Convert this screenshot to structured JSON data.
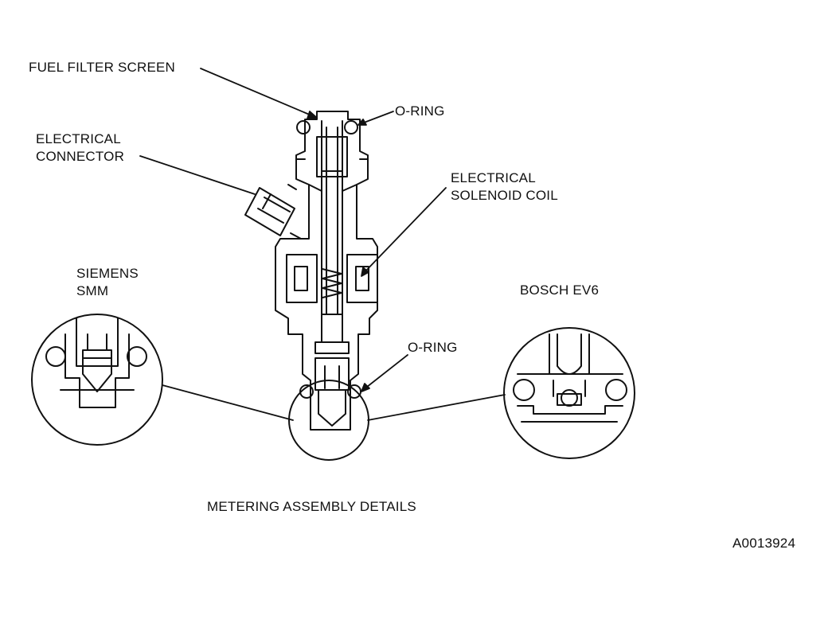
{
  "labels": {
    "fuel_filter_screen": "FUEL FILTER SCREEN",
    "o_ring_top": "O-RING",
    "electrical_connector_1": "ELECTRICAL",
    "electrical_connector_2": "CONNECTOR",
    "solenoid_coil_1": "ELECTRICAL",
    "solenoid_coil_2": "SOLENOID COIL",
    "siemens_1": "SIEMENS",
    "siemens_2": "SMM",
    "bosch": "BOSCH EV6",
    "o_ring_bottom": "O-RING",
    "caption": "METERING ASSEMBLY DETAILS",
    "figure_id": "A0013924"
  },
  "colors": {
    "line": "#111111",
    "background": "#ffffff"
  }
}
